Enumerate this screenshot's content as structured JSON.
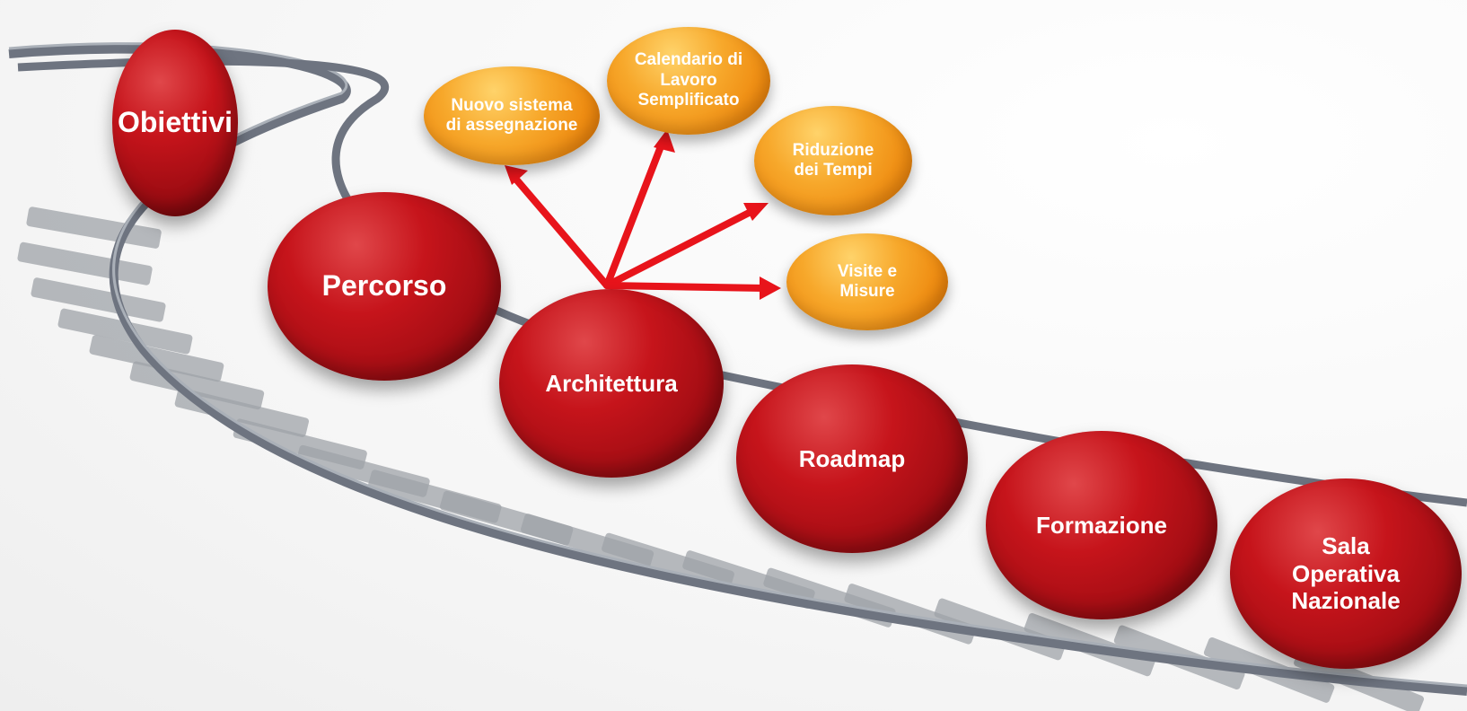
{
  "main_steps": {
    "obiettivi": "Obiettivi",
    "percorso": "Percorso",
    "architettura": "Architettura",
    "roadmap": "Roadmap",
    "formazione": "Formazione",
    "sala": "Sala Operativa Nazionale"
  },
  "sub_items": {
    "nuovo": "Nuovo sistema di assegnazione",
    "calendario": "Calendario di Lavoro Semplificato",
    "riduzione": "Riduzione dei Tempi",
    "visite": "Visite e Misure"
  },
  "colors": {
    "main_node": "#c6141b",
    "sub_node": "#f39a1c",
    "arrow": "#e8141b",
    "rail": "#6e7480",
    "sleeper": "#9fa3a8"
  }
}
